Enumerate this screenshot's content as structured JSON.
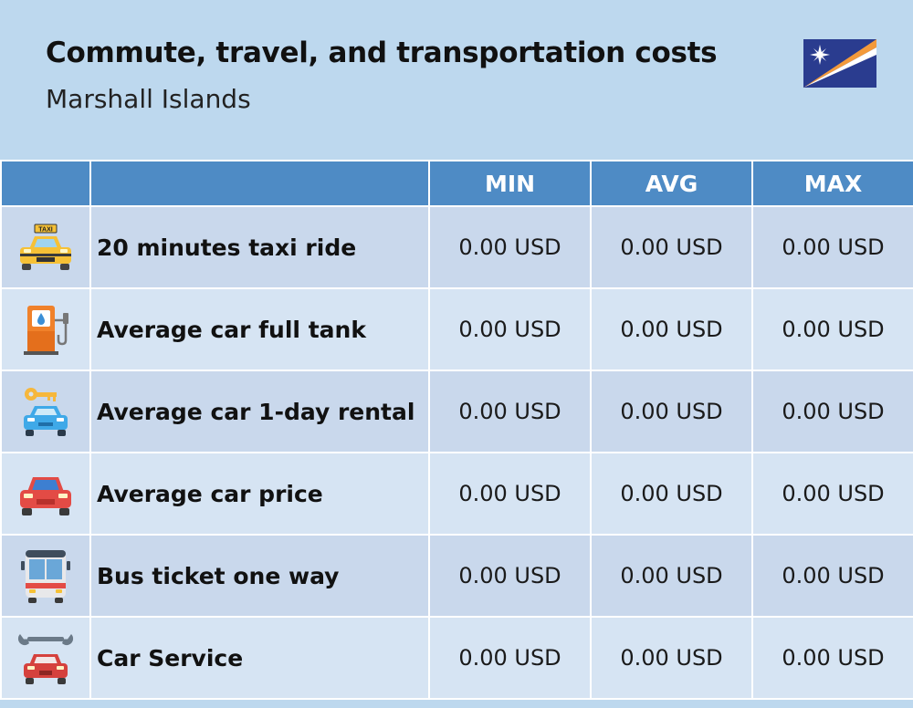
{
  "header": {
    "title": "Commute, travel, and transportation costs",
    "subtitle": "Marshall Islands",
    "flag_icon": "marshall-islands-flag-icon"
  },
  "table": {
    "columns": [
      "",
      "",
      "MIN",
      "AVG",
      "MAX"
    ],
    "rows": [
      {
        "icon": "taxi-icon",
        "label": "20 minutes taxi ride",
        "min": "0.00 USD",
        "avg": "0.00 USD",
        "max": "0.00 USD"
      },
      {
        "icon": "fuel-pump-icon",
        "label": "Average car full tank",
        "min": "0.00 USD",
        "avg": "0.00 USD",
        "max": "0.00 USD"
      },
      {
        "icon": "car-rental-key-icon",
        "label": "Average car 1-day rental",
        "min": "0.00 USD",
        "avg": "0.00 USD",
        "max": "0.00 USD"
      },
      {
        "icon": "car-icon",
        "label": "Average car price",
        "min": "0.00 USD",
        "avg": "0.00 USD",
        "max": "0.00 USD"
      },
      {
        "icon": "bus-icon",
        "label": "Bus ticket one way",
        "min": "0.00 USD",
        "avg": "0.00 USD",
        "max": "0.00 USD"
      },
      {
        "icon": "car-service-wrench-icon",
        "label": "Car Service",
        "min": "0.00 USD",
        "avg": "0.00 USD",
        "max": "0.00 USD"
      }
    ]
  },
  "taxi_sign_text": "TAXI",
  "colors": {
    "background": "#bdd8ee",
    "header_row": "#4e8bc5",
    "row_odd": "#c9d8ec",
    "row_even": "#d6e4f3"
  }
}
